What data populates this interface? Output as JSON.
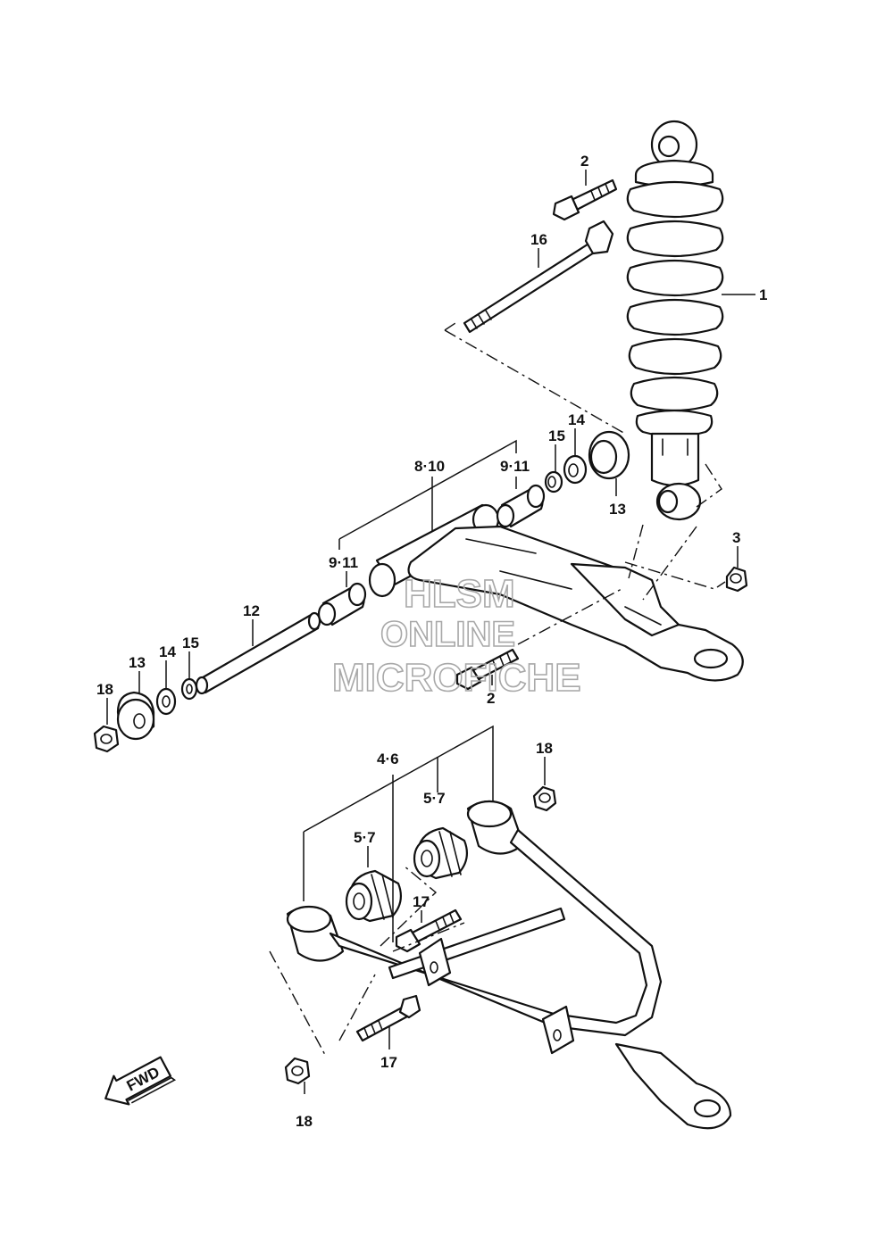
{
  "diagram": {
    "callouts": {
      "c1": "1",
      "c2_top": "2",
      "c2_mid": "2",
      "c3": "3",
      "c4_6": "4·6",
      "c5_7_left": "5·7",
      "c5_7_right": "5·7",
      "c8_10": "8·10",
      "c9_11_top": "9·11",
      "c9_11_mid": "9·11",
      "c12": "12",
      "c13_right": "13",
      "c13_left": "13",
      "c14_right": "14",
      "c14_left": "14",
      "c15_right": "15",
      "c15_left": "15",
      "c16": "16",
      "c17_top": "17",
      "c17_bottom": "17",
      "c18_left": "18",
      "c18_right": "18",
      "c18_bottom": "18"
    },
    "watermark": {
      "line1": "HLSM",
      "line2": "ONLINE",
      "line3": "MICROFICHE"
    },
    "fwd_label": "FWD"
  }
}
